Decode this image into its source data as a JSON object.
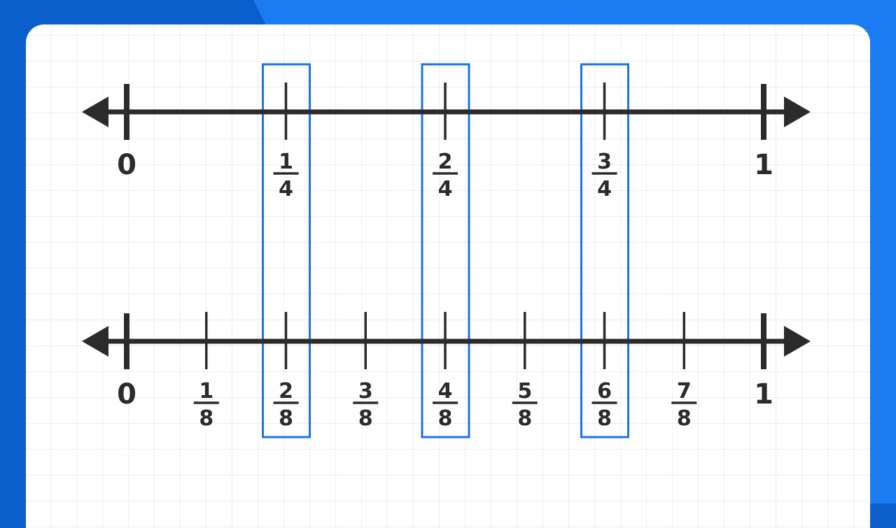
{
  "colors": {
    "background_dark": "#0b5fcd",
    "background_light": "#1a7bf3",
    "line": "#2b2b2b",
    "highlight": "#1a73e8"
  },
  "number_lines": [
    {
      "name": "fourths",
      "endpoints": [
        {
          "value": 0,
          "label": "0"
        },
        {
          "value": 1,
          "label": "1"
        }
      ],
      "ticks": [
        {
          "value": 0.25,
          "numerator": "1",
          "denominator": "4",
          "highlighted": true
        },
        {
          "value": 0.5,
          "numerator": "2",
          "denominator": "4",
          "highlighted": true
        },
        {
          "value": 0.75,
          "numerator": "3",
          "denominator": "4",
          "highlighted": true
        }
      ]
    },
    {
      "name": "eighths",
      "endpoints": [
        {
          "value": 0,
          "label": "0"
        },
        {
          "value": 1,
          "label": "1"
        }
      ],
      "ticks": [
        {
          "value": 0.125,
          "numerator": "1",
          "denominator": "8",
          "highlighted": false
        },
        {
          "value": 0.25,
          "numerator": "2",
          "denominator": "8",
          "highlighted": true
        },
        {
          "value": 0.375,
          "numerator": "3",
          "denominator": "8",
          "highlighted": false
        },
        {
          "value": 0.5,
          "numerator": "4",
          "denominator": "8",
          "highlighted": true
        },
        {
          "value": 0.625,
          "numerator": "5",
          "denominator": "8",
          "highlighted": false
        },
        {
          "value": 0.75,
          "numerator": "6",
          "denominator": "8",
          "highlighted": true
        },
        {
          "value": 0.875,
          "numerator": "7",
          "denominator": "8",
          "highlighted": false
        }
      ]
    }
  ],
  "equivalence_highlights": [
    0.25,
    0.5,
    0.75
  ]
}
